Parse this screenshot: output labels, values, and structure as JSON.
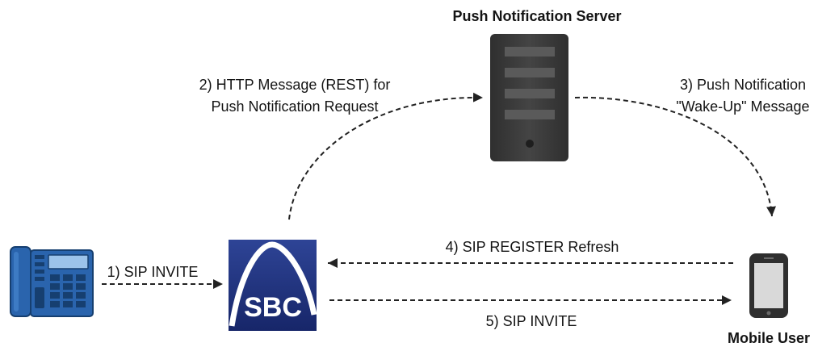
{
  "diagram": {
    "server": {
      "title": "Push Notification Server",
      "icon": "server-icon"
    },
    "sbc": {
      "logo_text": "SBC",
      "icon": "sbc-logo-icon"
    },
    "ip_phone": {
      "icon": "desk-phone-icon"
    },
    "mobile": {
      "label": "Mobile User",
      "icon": "mobile-phone-icon"
    },
    "steps": [
      {
        "label": "1) SIP INVITE"
      },
      {
        "lines": [
          "2) HTTP Message (REST) for",
          "Push Notification Request"
        ]
      },
      {
        "lines": [
          "3) Push Notification",
          "\"Wake-Up\" Message"
        ]
      },
      {
        "label": "4) SIP REGISTER Refresh"
      },
      {
        "label": "5) SIP INVITE"
      }
    ]
  },
  "colors": {
    "phone_blue": "#2a64ad",
    "phone_dark": "#163f70",
    "sbc_navy": "#1d2f7c",
    "server_gray": "#3d3d3d",
    "arrow": "#222222"
  }
}
